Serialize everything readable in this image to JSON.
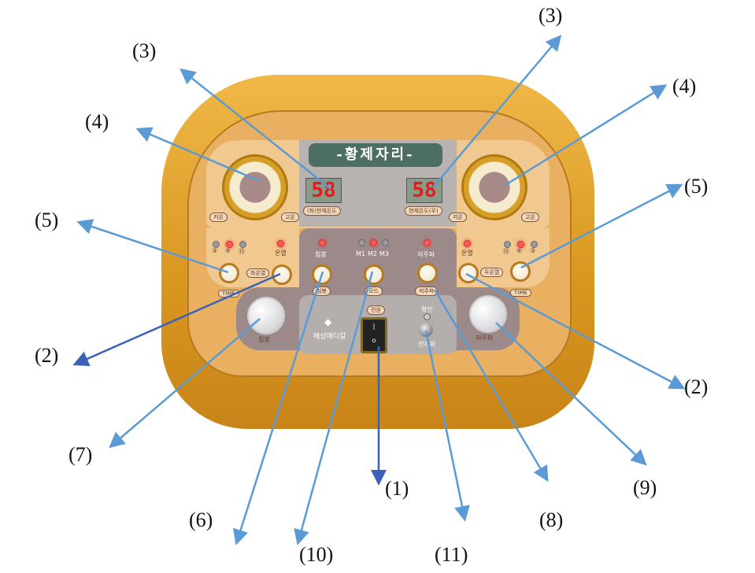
{
  "device": {
    "title": "-황제자리-",
    "brand": "해성메디칼",
    "left_display": {
      "value": "58",
      "label": "(좌)현재온도"
    },
    "right_display": {
      "value": "58",
      "label": "현재온도(우)"
    },
    "dial_low": "저온",
    "dial_high": "고온",
    "time_options_left": [
      "③",
      "⑥",
      "⑬"
    ],
    "time_options_right": [
      "⑬",
      "⑥",
      "③"
    ],
    "time_label": "TIME",
    "heat_label": "온열",
    "left_heat_button": "좌온열",
    "right_heat_button": "우온열",
    "acupoint_label": "침봉",
    "mode_label": "모드",
    "mode_options": [
      "M1",
      "M2",
      "M3"
    ],
    "low_freq_label": "저주파",
    "power_label": "전원",
    "confirm_label": "확인",
    "emf_label": "전자파",
    "knob_left_label": "침봉",
    "knob_right_label": "저주파",
    "colors": {
      "body": "#e0a030",
      "panel": "#a8a0a0",
      "led_on": "#ff5a5a",
      "arrow": "#5b9bd5"
    }
  },
  "callouts": [
    "(1)",
    "(2)",
    "(2)",
    "(3)",
    "(3)",
    "(4)",
    "(4)",
    "(5)",
    "(5)",
    "(6)",
    "(7)",
    "(8)",
    "(9)",
    "(10)",
    "(11)"
  ]
}
